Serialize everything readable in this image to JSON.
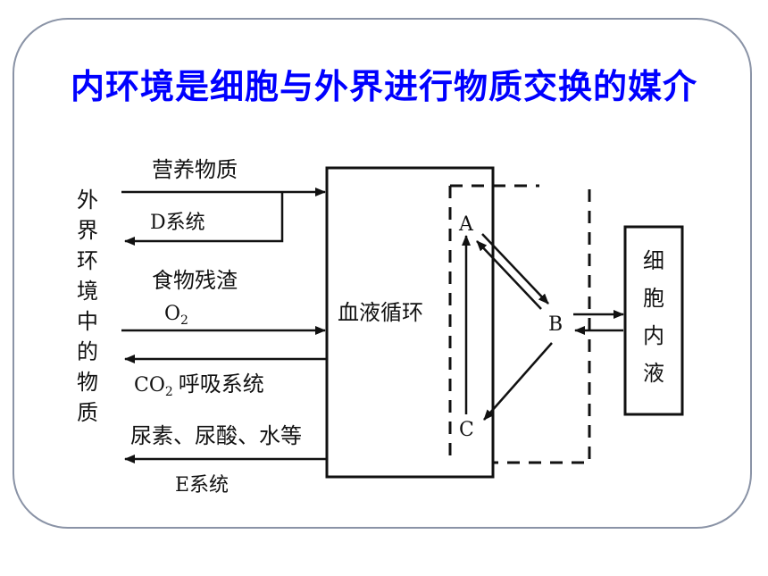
{
  "slide": {
    "title": "内环境是细胞与外界进行物质交换的媒介"
  },
  "diagram": {
    "left_label_chars": [
      "外",
      "界",
      "环",
      "境",
      "中",
      "的",
      "物",
      "质"
    ],
    "flows": {
      "nutrients": "营养物质",
      "d_system": "D系统",
      "food_residue": "食物残渣",
      "o2_main": "O",
      "o2_sub": "2",
      "co2_main": "CO",
      "co2_sub": "2",
      "co2_rest": "呼吸系统",
      "urea": "尿素、尿酸、水等",
      "e_system": "E系统"
    },
    "blood_box_label": "血液循环",
    "node_a": "A",
    "node_b": "B",
    "node_c": "C",
    "cell_box_chars": [
      "细",
      "胞",
      "内",
      "液"
    ]
  },
  "colors": {
    "title": "#0000ff",
    "frame": "#8a93a6",
    "ink": "#111111"
  }
}
